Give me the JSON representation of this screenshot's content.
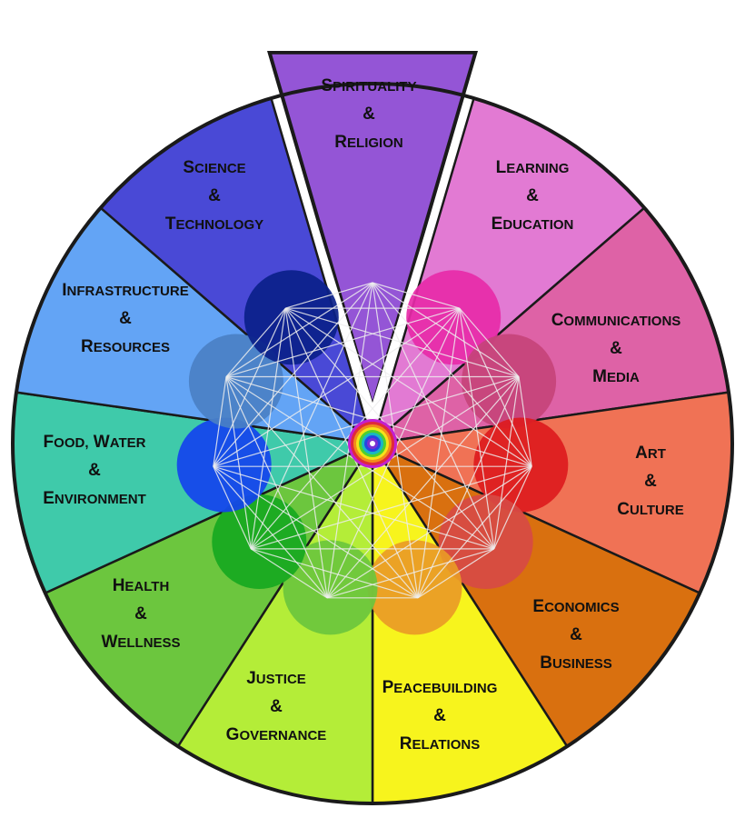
{
  "segments": [
    {
      "id": "spirituality",
      "lines": [
        "Spirituality",
        "&",
        "Religion"
      ],
      "color": "#9455d6",
      "circle": null
    },
    {
      "id": "learning",
      "lines": [
        "Learning",
        "&",
        "Education"
      ],
      "color": "#e27ad3",
      "circle": "#e72aa8"
    },
    {
      "id": "communications",
      "lines": [
        "Communications",
        "&",
        "Media"
      ],
      "color": "#de62a6",
      "circle": "#c54379"
    },
    {
      "id": "art",
      "lines": [
        "Art",
        "&",
        "Culture"
      ],
      "color": "#f07255",
      "circle": "#dd1b1e"
    },
    {
      "id": "economics",
      "lines": [
        "Economics",
        "&",
        "Business"
      ],
      "color": "#d9700f",
      "circle": "#d74a44"
    },
    {
      "id": "peacebuilding",
      "lines": [
        "Peacebuilding",
        "&",
        "Relations"
      ],
      "color": "#f7f41d",
      "circle": "#e99a26"
    },
    {
      "id": "justice",
      "lines": [
        "Justice",
        "&",
        "Governance"
      ],
      "color": "#b4ed38",
      "circle": "#6bc53d"
    },
    {
      "id": "health",
      "lines": [
        "Health",
        "&",
        "Wellness"
      ],
      "color": "#6cc63e",
      "circle": "#17a81f"
    },
    {
      "id": "food",
      "lines": [
        "Food, Water",
        "&",
        "Environment"
      ],
      "color": "#3fcaaa",
      "circle": "#1443ee"
    },
    {
      "id": "infrastructure",
      "lines": [
        "Infrastructure",
        "&",
        "Resources"
      ],
      "color": "#63a4f5",
      "circle": "#4a80c4"
    },
    {
      "id": "science",
      "lines": [
        "Science",
        "&",
        "Technology"
      ],
      "color": "#4949d6",
      "circle": "#0b218a"
    }
  ],
  "colors": {
    "outline": "#1a1a1a",
    "network": "#eeeeee",
    "background": "#ffffff"
  }
}
